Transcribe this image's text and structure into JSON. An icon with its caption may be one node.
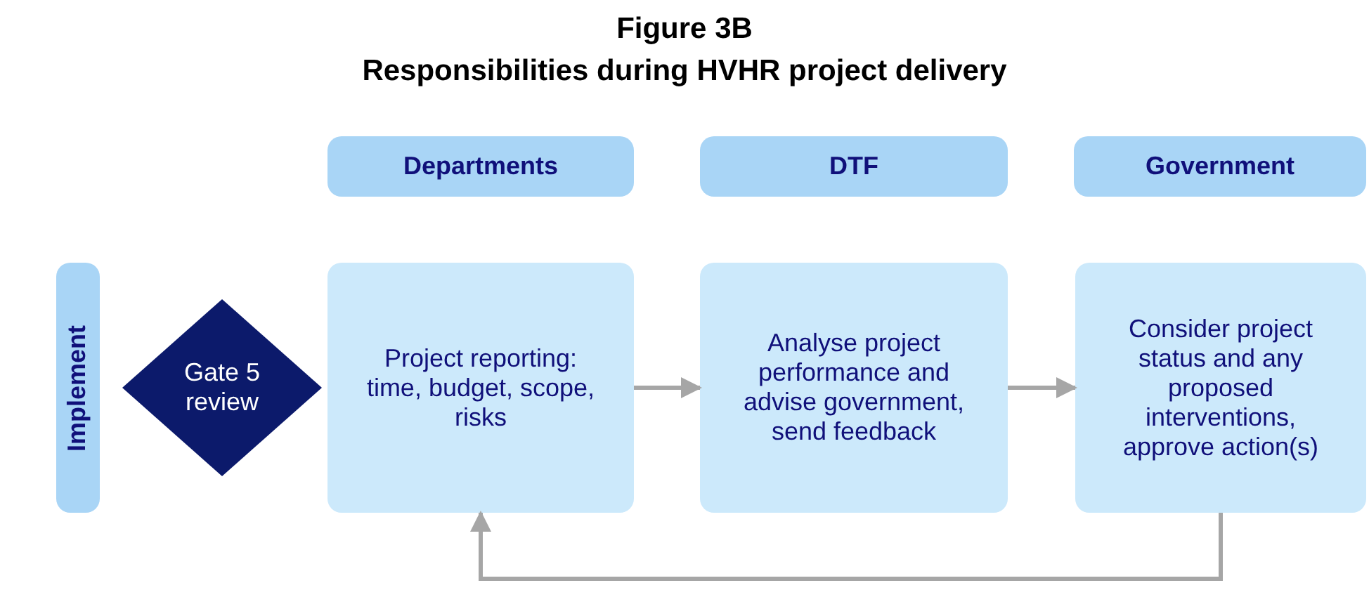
{
  "diagram": {
    "title": "Responsibilities during HVHR project delivery",
    "labels": [
      "Figure 3B"
    ],
    "nodes": [
      {
        "text": [
          "Departments"
        ]
      },
      {
        "text": [
          "DTF"
        ]
      },
      {
        "text": [
          "Government"
        ]
      },
      {
        "text": [
          "Implement"
        ]
      },
      {
        "text": [
          "Gate 5 review"
        ]
      },
      {
        "text": [
          "Project reporting: time, budget, scope, risks"
        ]
      },
      {
        "text": [
          "Analyse project performance and advise government, send feedback"
        ]
      },
      {
        "text": [
          "Consider project status and any proposed interventions, approve action(s)"
        ]
      }
    ],
    "edges": [
      {
        "from": 5,
        "to": 6,
        "arrow": "to"
      },
      {
        "from": 6,
        "to": 7,
        "arrow": "to"
      },
      {
        "from": 7,
        "to": 5,
        "arrow": "to"
      }
    ]
  }
}
